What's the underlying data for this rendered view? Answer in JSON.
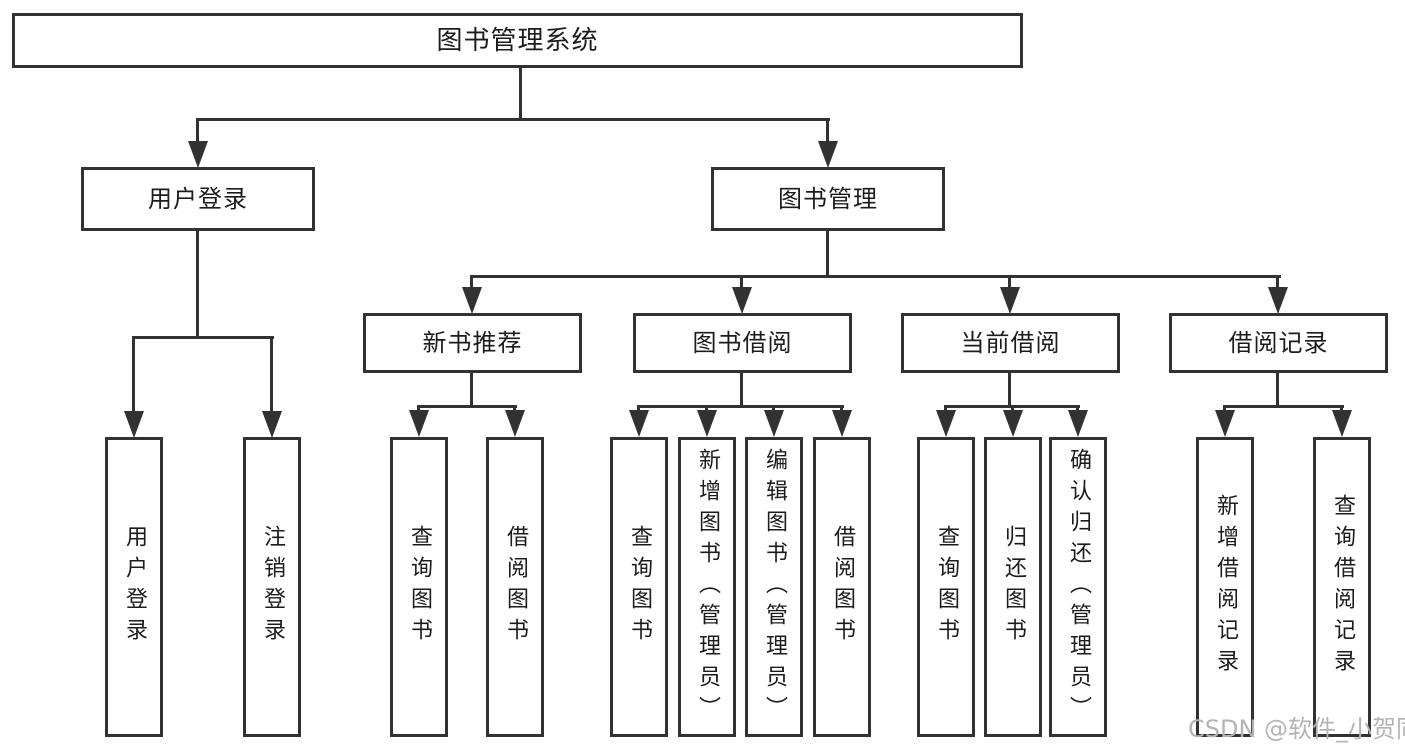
{
  "diagram": {
    "title": "图书管理系统",
    "tree": {
      "label": "图书管理系统",
      "children": [
        {
          "label": "用户登录",
          "children": [
            {
              "label": "用户登录"
            },
            {
              "label": "注销登录"
            }
          ]
        },
        {
          "label": "图书管理",
          "children": [
            {
              "label": "新书推荐",
              "children": [
                {
                  "label": "查询图书"
                },
                {
                  "label": "借阅图书"
                }
              ]
            },
            {
              "label": "图书借阅",
              "children": [
                {
                  "label": "查询图书"
                },
                {
                  "label": "新增图书（管理员）"
                },
                {
                  "label": "编辑图书（管理员）"
                },
                {
                  "label": "借阅图书"
                }
              ]
            },
            {
              "label": "当前借阅",
              "children": [
                {
                  "label": "查询图书"
                },
                {
                  "label": "归还图书"
                },
                {
                  "label": "确认归还（管理员）"
                }
              ]
            },
            {
              "label": "借阅记录",
              "children": [
                {
                  "label": "新增借阅记录"
                },
                {
                  "label": "查询借阅记录"
                }
              ]
            }
          ]
        }
      ]
    },
    "watermark": "CSDN @软件_小贺同学",
    "colors": {
      "line": "#323232",
      "box_border": "#323232",
      "box_fill": "#ffffff",
      "text": "#1c1c1c",
      "watermark": "#b4b4b4",
      "background": "#ffffff"
    }
  }
}
